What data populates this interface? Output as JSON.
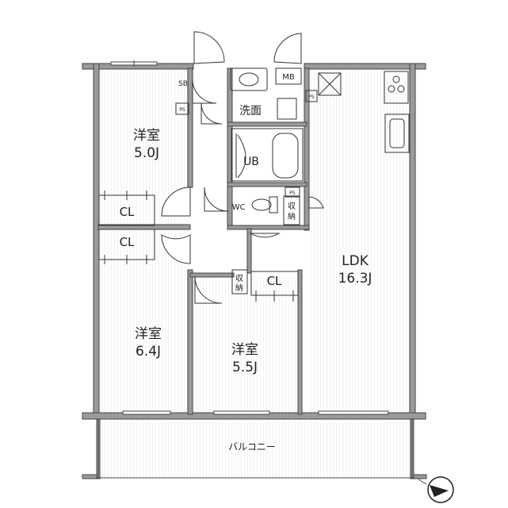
{
  "rooms": {
    "bedroom1": {
      "name": "洋室",
      "size": "5.0J"
    },
    "bedroom2": {
      "name": "洋室",
      "size": "6.4J"
    },
    "bedroom3": {
      "name": "洋室",
      "size": "5.5J"
    },
    "ldk": {
      "name": "LDK",
      "size": "16.3J"
    },
    "closet1": "CL",
    "closet2": "CL",
    "closet3": "CL",
    "washroom": "洗面",
    "bath": "UB",
    "toilet": "WC",
    "storage1": [
      "収",
      "納"
    ],
    "storage2": [
      "収",
      "納"
    ],
    "shoe_box": "SB",
    "meter_box": "MB",
    "pipe_space": "PS",
    "balcony": "バルコニー"
  },
  "colors": {
    "wall": "#9a9a9a",
    "wall_dark": "#555555",
    "floor": "#ffffff",
    "line": "#333333"
  },
  "icons": {
    "north": "compass-north-icon"
  }
}
